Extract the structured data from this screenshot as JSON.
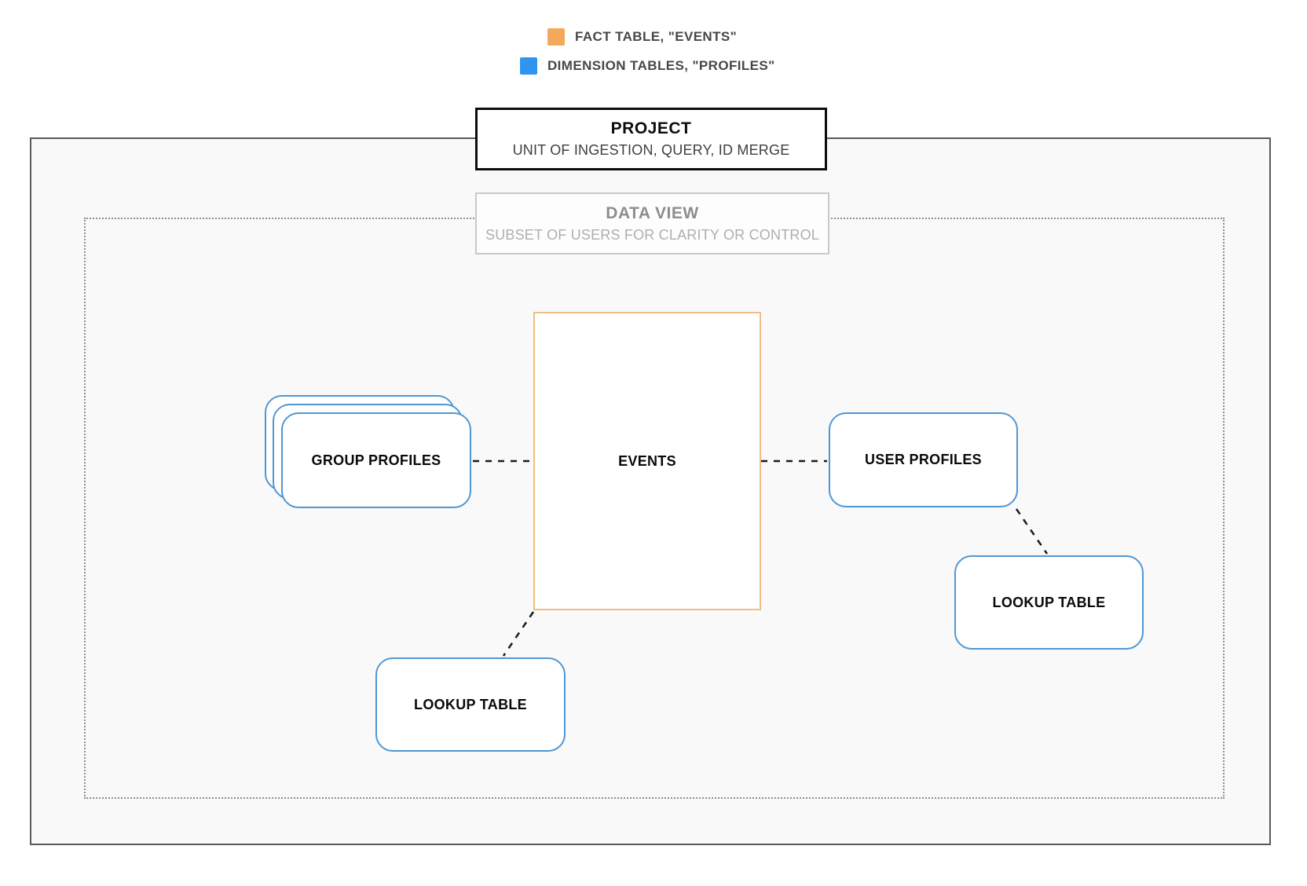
{
  "colors": {
    "fact_orange": "#f4a85c",
    "dimension_blue": "#3095ee",
    "events_border_orange": "#edbf86",
    "profile_border_blue": "#4f97d3"
  },
  "legend": {
    "items": [
      {
        "label": "FACT TABLE, \"EVENTS\"",
        "color": "#f4a85c"
      },
      {
        "label": "DIMENSION TABLES, \"PROFILES\"",
        "color": "#3095ee"
      }
    ]
  },
  "project": {
    "title": "PROJECT",
    "subtitle": "UNIT OF INGESTION, QUERY, ID MERGE"
  },
  "data_view": {
    "title": "DATA VIEW",
    "subtitle": "SUBSET OF USERS FOR CLARITY OR CONTROL"
  },
  "nodes": {
    "events": {
      "label": "EVENTS"
    },
    "group_profiles": {
      "label": "GROUP PROFILES"
    },
    "user_profiles": {
      "label": "USER PROFILES"
    },
    "lookup_table_right": {
      "label": "LOOKUP TABLE"
    },
    "lookup_table_bottom": {
      "label": "LOOKUP TABLE"
    }
  }
}
